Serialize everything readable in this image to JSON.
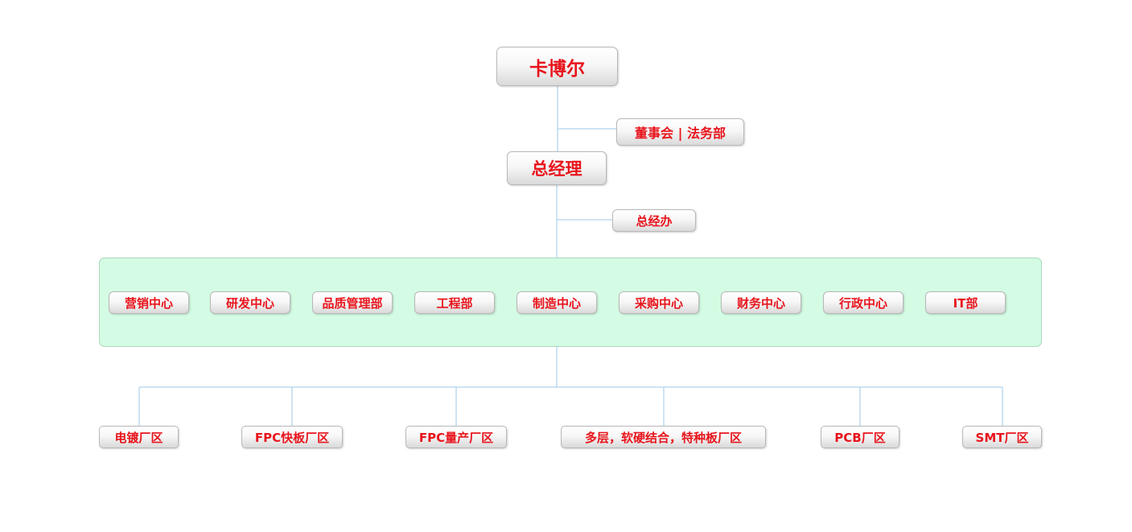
{
  "org": {
    "root": "卡博尔",
    "board": "董事会 | 法务部",
    "gm": "总经理",
    "gm_office": "总经办",
    "departments": [
      "营销中心",
      "研发中心",
      "品质管理部",
      "工程部",
      "制造中心",
      "采购中心",
      "财务中心",
      "行政中心",
      "IT部"
    ],
    "plants": [
      "电镀厂区",
      "FPC快板厂区",
      "FPC量产厂区",
      "多层，软硬结合，特种板厂区",
      "PCB厂区",
      "SMT厂区"
    ]
  },
  "colors": {
    "text": "#e8141c",
    "connector": "#9cc8e8",
    "dept_panel": "#d4fce4"
  }
}
